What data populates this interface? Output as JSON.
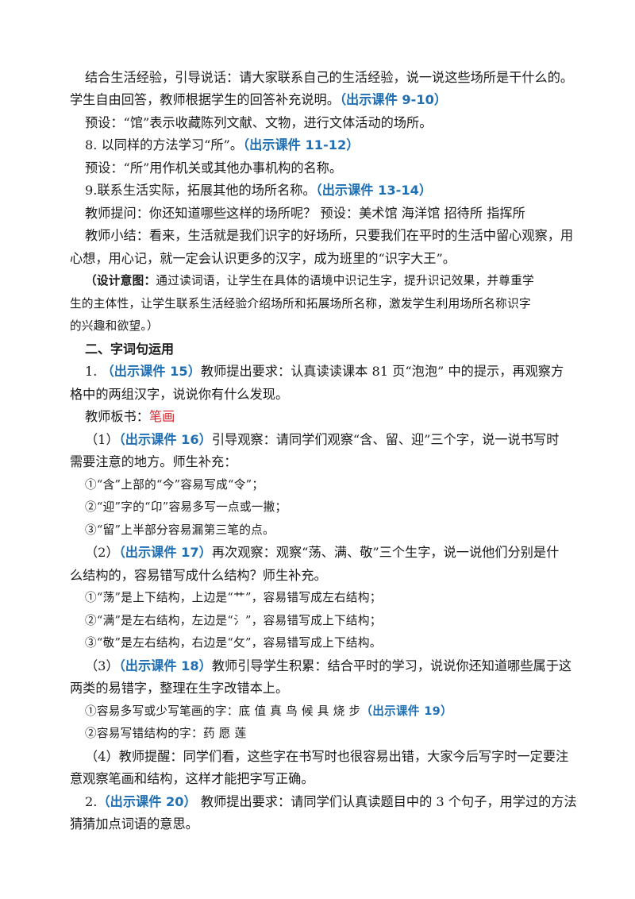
{
  "lines": {
    "l01": "结合生活经验，引导说话：请大家联系自己的生活经验，说一说这些场所是干什么的。",
    "l02a": "学生自由回答，教师根据学生的回答补充说明。",
    "l02b": "（出示课件 9-10）",
    "l03": "预设：“馆”表示收藏陈列文献、文物，进行文体活动的场所。",
    "l04a": "8. 以同样的方法学习“所”。",
    "l04b": "（出示课件 11-12）",
    "l05": "预设：“所”用作机关或其他办事机构的名称。",
    "l06a": "9.联系生活实际，拓展其他的场所名称。",
    "l06b": "（出示课件 13-14）",
    "l07": "教师提问：你还知道哪些这样的场所呢？  预设：美术馆 海洋馆 招待所 指挥所",
    "l08": "教师小结：看来，生活就是我们识字的好场所，只要我们在平时的生活中留心观察，用",
    "l09": "心想，用心记，就一定会认识更多的汉字，成为班里的“识字大王”。",
    "l10a": "（设计意图：",
    "l10b": "通过读词语，让学生在具体的语境中识记生字，提升识记效果，并尊重学",
    "l11": "生的主体性，让学生联系生活经验介绍场所和拓展场所名称，激发学生利用场所名称识字",
    "l12": "的兴趣和欲望。）",
    "l13": "二、字词句运用",
    "l14a": "1.  ",
    "l14b": "（出示课件 15）",
    "l14c": "教师提出要求：认真读读课本 81 页“泡泡” 中的提示，再观察方",
    "l15": "格中的两组汉字，说说你有什么发现。",
    "l16a": "教师板书：",
    "l16b": "笔画",
    "l17a": "（1）",
    "l17b": "（出示课件 16）",
    "l17c": "引导观察：请同学们观察“含、留、迎”三个字，说一说书写时",
    "l18": "需要注意的地方。师生补充：",
    "l19": "①“含”上部的“今”容易写成“令”；",
    "l20": "②“迎”字的“卬”容易多写一点或一撇；",
    "l21": "③“留”上半部分容易漏第三笔的点。",
    "l22a": "（2）",
    "l22b": "（出示课件 17）",
    "l22c": "再次观察：观察“荡、满、敬”三个生字，说一说他们分别是什",
    "l23": "么结构的，容易错写成什么结构？师生补充。",
    "l24": "①“荡”是上下结构，上边是“艹”，容易错写成左右结构；",
    "l25": "②“满”是左右结构，左边是“氵”，容易错写成上下结构；",
    "l26": "③“敬”是左右结构，右边是“攵”，容易错写成上下结构。",
    "l27a": "（3）",
    "l27b": "（出示课件 18）",
    "l27c": "教师引导学生积累：结合平时的学习，说说你还知道哪些属于这",
    "l28": "两类的易错字，整理在生字改错本上。",
    "l29a": "①容易多写或少写笔画的字：底  值  真  鸟  候  具  烧  步",
    "l29b": "（出示课件 19）",
    "l30": "②容易写错结构的字：药    愿    莲",
    "l31": "（4）教师提醒：同学们看，这些字在书写时也很容易出错，大家今后写字时一定要注",
    "l32": "意观察笔画和结构，这样才能把字写正确。",
    "l33a": "2.",
    "l33b": "（出示课件 20）",
    "l33c": "  教师提出要求：请同学们认真读题目中的 3 个句子，用学过的方法",
    "l34": "猜猜加点词语的意思。"
  },
  "colors": {
    "highlight": "#1f6fb5",
    "red_text": "#d9262c",
    "body_text": "#1a1a1a"
  }
}
